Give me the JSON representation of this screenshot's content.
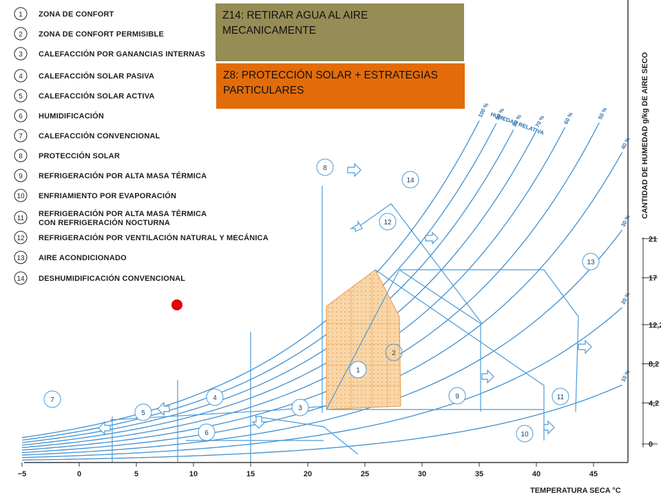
{
  "legend": [
    {
      "num": "1",
      "label": "ZONA DE CONFORT"
    },
    {
      "num": "2",
      "label": "ZONA DE CONFORT PERMISIBLE"
    },
    {
      "num": "3",
      "label": "CALEFACCIÓN POR GANANCIAS INTERNAS"
    },
    {
      "num": "4",
      "label": "CALEFACCIÓN SOLAR PASIVA"
    },
    {
      "num": "5",
      "label": "CALEFACCIÓN SOLAR ACTIVA"
    },
    {
      "num": "6",
      "label": "HUMIDIFICACIÓN"
    },
    {
      "num": "7",
      "label": "CALEFACCIÓN CONVENCIONAL"
    },
    {
      "num": "8",
      "label": "PROTECCIÓN SOLAR"
    },
    {
      "num": "9",
      "label": "REFRIGERACIÓN POR ALTA MASA TÉRMICA"
    },
    {
      "num": "10",
      "label": "ENFRIAMIENTO POR EVAPORACIÓN"
    },
    {
      "num": "11",
      "label": "REFRIGERACIÓN POR ALTA MASA TÉRMICA",
      "label2": "CON REFRIGERACIÓN NOCTURNA"
    },
    {
      "num": "12",
      "label": "REFRIGERACIÓN POR VENTILACIÓN NATURAL Y MECÁNICA"
    },
    {
      "num": "13",
      "label": "AIRE ACONDICIONADO"
    },
    {
      "num": "14",
      "label": "DESHUMIDIFICACIÓN CONVENCIONAL"
    }
  ],
  "callouts": {
    "z14": "Z14: RETIRAR AGUA AL AIRE MECANICAMENTE",
    "z8": "Z8: PROTECCIÓN SOLAR + ESTRATEGIAS PARTICULARES"
  },
  "axes": {
    "x_label": "TEMPERATURA SECA °C",
    "y_label": "CANTIDAD DE HUMEDAD g/kg DE AIRE SECO",
    "rh_title": "HUMEDAD RELATIVA",
    "x_ticks": [
      "−5",
      "0",
      "5",
      "10",
      "15",
      "20",
      "25",
      "30",
      "35",
      "40",
      "45"
    ],
    "y_ticks": [
      "21",
      "17",
      "12,2",
      "8,2",
      "4,2",
      "0"
    ]
  },
  "rh_labels": [
    "100 %",
    "90 %",
    "80 %",
    "70 %",
    "60 %",
    "50 %",
    "40 %",
    "30 %",
    "20 %",
    "10 %"
  ],
  "zones": [
    "1",
    "2",
    "3",
    "4",
    "5",
    "6",
    "7",
    "8",
    "9",
    "10",
    "11",
    "12",
    "13",
    "14"
  ],
  "colors": {
    "curve": "#3f8fd0",
    "comfort_fill": "#f7c98d",
    "callout_z14": "#968c55",
    "callout_z8": "#e36c0a",
    "marker": "#e3000f"
  }
}
